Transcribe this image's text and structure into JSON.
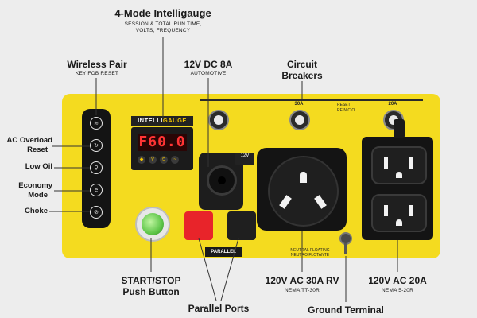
{
  "labels": {
    "intelligauge_title": "4-Mode Intelligauge",
    "intelligauge_sub1": "SESSION & TOTAL RUN TIME,",
    "intelligauge_sub2": "VOLTS, FREQUENCY",
    "wireless_title": "Wireless Pair",
    "wireless_sub": "KEY FOB RESET",
    "dc_title": "12V DC 8A",
    "dc_sub": "AUTOMOTIVE",
    "circuit_title_1": "Circuit",
    "circuit_title_2": "Breakers",
    "ac_overload_1": "AC Overload",
    "ac_overload_2": "Reset",
    "low_oil": "Low Oil",
    "economy_1": "Economy",
    "economy_2": "Mode",
    "choke": "Choke",
    "start_stop_1": "START/STOP",
    "start_stop_2": "Push Button",
    "parallel_ports": "Parallel Ports",
    "rv_title": "120V AC 30A RV",
    "rv_sub": "NEMA TT-30R",
    "ac20_title": "120V AC 20A",
    "ac20_sub": "NEMA 5-20R",
    "ground_terminal": "Ground Terminal"
  },
  "panel": {
    "gauge_brand_a": "INTELLI",
    "gauge_brand_b": "GAUGE",
    "display_value": "F60.0",
    "dc_badge": "12V",
    "breaker_30a": "30A",
    "breaker_20a": "20A",
    "reset_text_1": "RESET",
    "reset_text_2": "REINICIO",
    "parallel_badge": "PARALLEL",
    "neutral_text_1": "NEUTRAL FLOATING",
    "neutral_text_2": "NEUTRO FLOTANTE"
  },
  "icons": {
    "wireless": "wifi-icon",
    "ac_overload": "reset-icon",
    "low_oil": "oil-can-icon",
    "economy": "eco-icon",
    "choke": "choke-icon"
  },
  "colors": {
    "panel_yellow": "#f4db1f",
    "display_red": "#ff3434",
    "start_green": "#5fc64a",
    "port_red": "#e8242a"
  }
}
